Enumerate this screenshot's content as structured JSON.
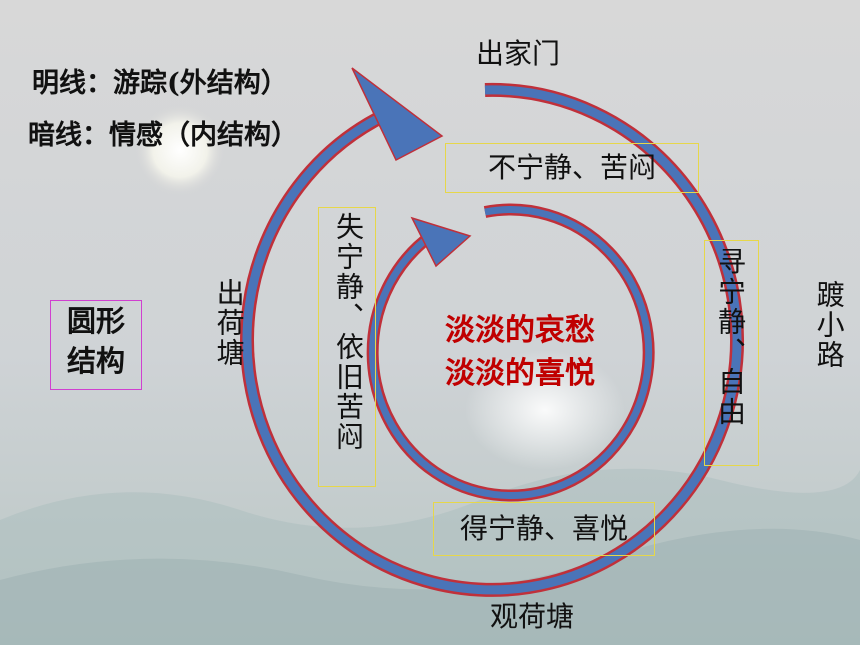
{
  "legend": {
    "line1": "明线：游踪(外结构）",
    "line2": "暗线：情感（内结构）"
  },
  "structure_label": "圆形\n结构",
  "locations": {
    "top": "出家门",
    "right": "踱小路",
    "bottom": "观荷塘",
    "left": "出荷塘"
  },
  "emotions": {
    "top": "不宁静、苦闷",
    "right": "寻宁静、自由",
    "bottom": "得宁静、喜悦",
    "left": "失宁静、依旧苦闷"
  },
  "center": {
    "line1": "淡淡的哀愁",
    "line2": "淡淡的喜悦"
  },
  "colors": {
    "arrow": "#4a74b8",
    "arrow_outline": "#c0303a",
    "center_text": "#c00000",
    "box_yellow": "#e6d74a",
    "box_magenta": "#d040d0"
  }
}
